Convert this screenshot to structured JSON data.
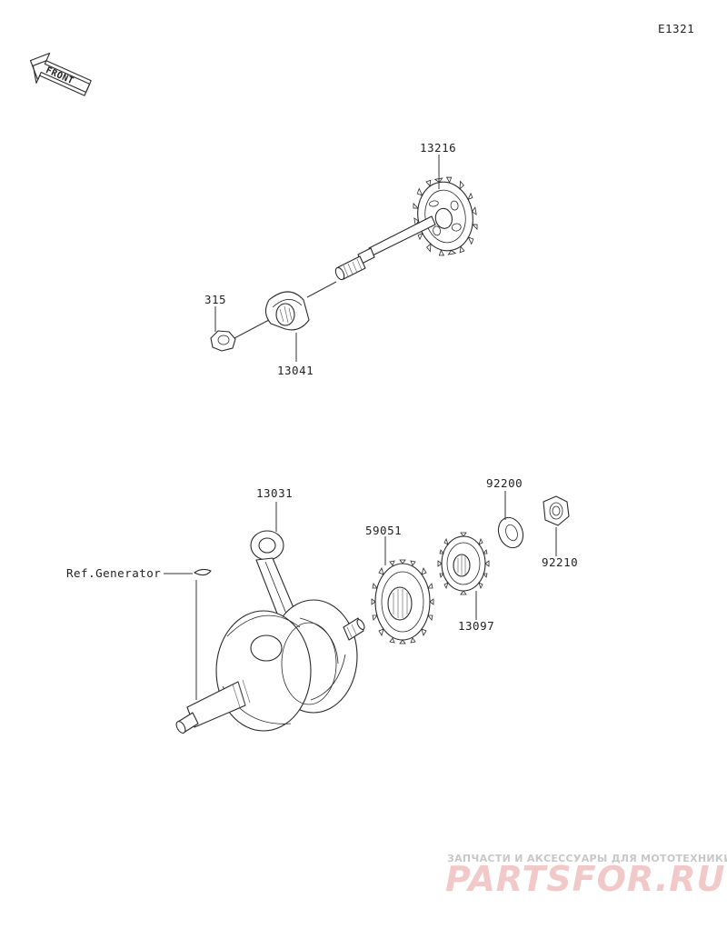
{
  "diagram_id": "E1321",
  "front_badge": "FRONT",
  "parts": [
    {
      "number": "13216"
    },
    {
      "number": "315"
    },
    {
      "number": "13041"
    },
    {
      "number": "13031"
    },
    {
      "number": "59051"
    },
    {
      "number": "92200"
    },
    {
      "number": "92210"
    },
    {
      "number": "13097"
    }
  ],
  "reference": "Ref.Generator",
  "watermark": {
    "tagline": "ЗАПЧАСТИ И АКСЕССУАРЫ ДЛЯ МОТОТЕХНИКИ",
    "brand": "PARTSFOR.RU"
  }
}
